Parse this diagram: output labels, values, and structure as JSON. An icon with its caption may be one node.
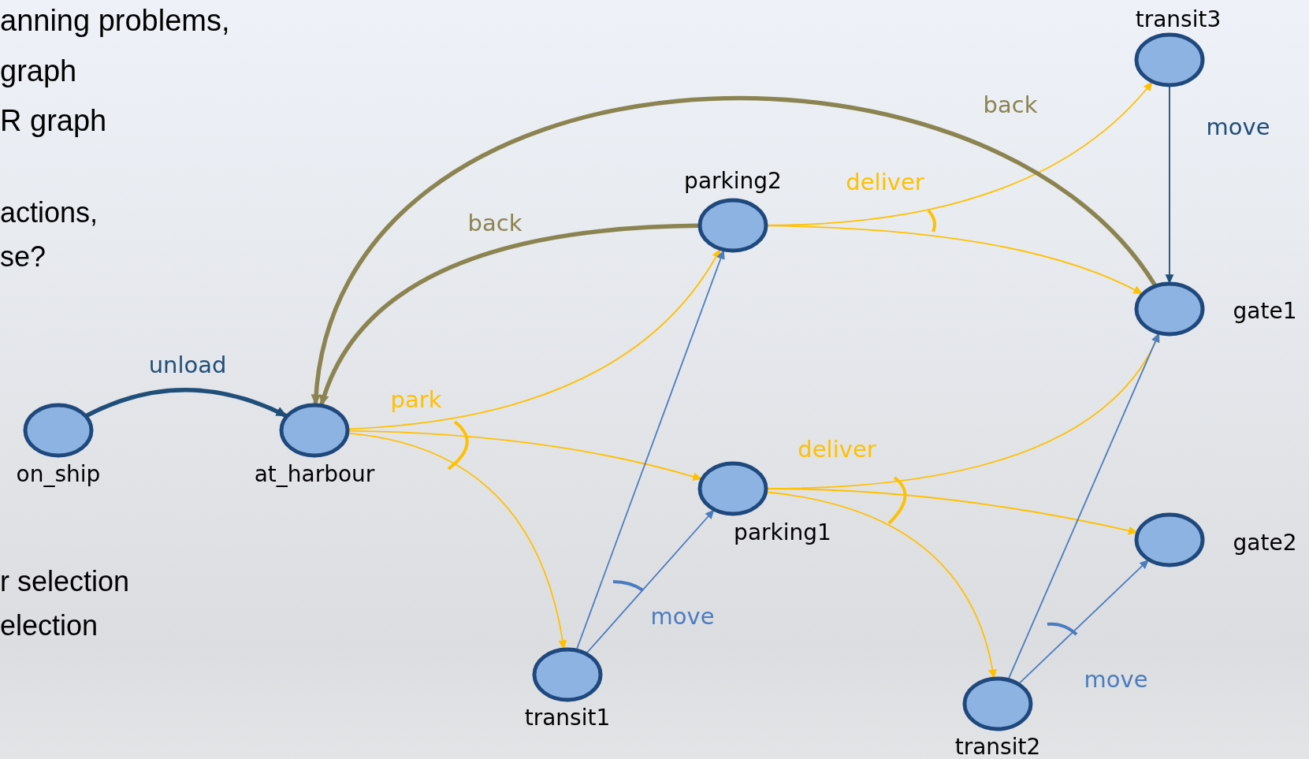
{
  "diagram": {
    "nodes": [
      {
        "text": [
          "on_ship"
        ]
      },
      {
        "text": [
          "at_harbour"
        ]
      },
      {
        "text": [
          "parking2"
        ]
      },
      {
        "text": [
          "parking1"
        ]
      },
      {
        "text": [
          "transit1"
        ]
      },
      {
        "text": [
          "transit2"
        ]
      },
      {
        "text": [
          "transit3"
        ]
      },
      {
        "text": [
          "gate1"
        ]
      },
      {
        "text": [
          "gate2"
        ]
      }
    ],
    "edges": [
      {
        "from": 0,
        "to": 1,
        "arrow": "to",
        "label": "unload",
        "style": "thick",
        "color": "#1f4e79"
      },
      {
        "from": 1,
        "to": 2,
        "arrow": "to",
        "label": "park"
      },
      {
        "from": 1,
        "to": 3,
        "arrow": "to"
      },
      {
        "from": 1,
        "to": 4,
        "arrow": "to"
      },
      {
        "from": 2,
        "to": 6,
        "arrow": "to",
        "label": "deliver"
      },
      {
        "from": 2,
        "to": 7,
        "arrow": "to"
      },
      {
        "from": 3,
        "to": 7,
        "arrow": "to",
        "label": "deliver"
      },
      {
        "from": 3,
        "to": 8,
        "arrow": "to"
      },
      {
        "from": 3,
        "to": 5,
        "arrow": "to"
      },
      {
        "from": 4,
        "to": 2,
        "arrow": "to",
        "label": "move",
        "color": "#4a7cc0"
      },
      {
        "from": 4,
        "to": 3,
        "arrow": "to",
        "color": "#4a7cc0"
      },
      {
        "from": 5,
        "to": 7,
        "arrow": "to",
        "label": "move",
        "color": "#4a7cc0"
      },
      {
        "from": 5,
        "to": 8,
        "arrow": "to",
        "color": "#4a7cc0"
      },
      {
        "from": 6,
        "to": 7,
        "arrow": "to",
        "label": "move",
        "color": "#1f4e79"
      },
      {
        "from": 2,
        "to": 1,
        "arrow": "to",
        "label": "back",
        "style": "thick",
        "color": "#8b8350"
      },
      {
        "from": 7,
        "to": 1,
        "arrow": "to",
        "label": "back",
        "style": "thick",
        "color": "#8b8350"
      }
    ],
    "labels": [
      "anning problems,",
      "graph",
      "R graph",
      "actions,",
      "se?",
      "r selection",
      "election"
    ]
  }
}
